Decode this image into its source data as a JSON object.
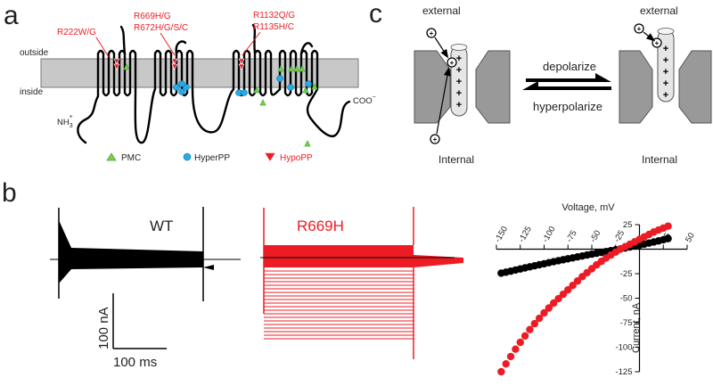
{
  "panels": {
    "a": {
      "letter": "a",
      "outside_label": "outside",
      "inside_label": "inside",
      "nterm_label": "NH",
      "nterm_sub": "3",
      "nterm_sup": "+",
      "cterm_label": "COO",
      "cterm_sup": "−",
      "mutations": {
        "m1": "R222W/G",
        "m2_line1": "R669H/G",
        "m2_line2": "R672H/G/S/C",
        "m3_line1": "R1132Q/G",
        "m3_line2": "R1135H/C"
      },
      "legend": [
        {
          "label": "PMC",
          "color": "#39b54a",
          "shape": "triangle-up"
        },
        {
          "label": "HyperPP",
          "color": "#29abe2",
          "shape": "circle"
        },
        {
          "label": "HypoPP",
          "color": "#ed1c24",
          "shape": "triangle-down"
        }
      ]
    },
    "b": {
      "letter": "b",
      "wt_label": "WT",
      "mut_label": "R669H",
      "scale_current": "100 nA",
      "scale_time": "100 ms",
      "colors": {
        "wt": "#000000",
        "mut": "#ed1c24"
      }
    },
    "c": {
      "letter": "c",
      "external_left": "external",
      "external_right": "external",
      "internal_left": "Internal",
      "internal_right": "Internal",
      "arrow_top": "depolarize",
      "arrow_bottom": "hyperpolarize"
    }
  },
  "chart_data": {
    "type": "scatter",
    "xlabel": "Voltage, mV",
    "ylabel": "Current, nA",
    "xlim": [
      -150,
      50
    ],
    "ylim": [
      -125,
      25
    ],
    "xticks": [
      -150,
      -125,
      -100,
      -75,
      -50,
      -25,
      25,
      50
    ],
    "yticks": [
      25,
      -25,
      -50,
      -75,
      -100,
      -125
    ],
    "series": [
      {
        "name": "WT",
        "color": "#000000",
        "x": [
          -145,
          -140,
          -135,
          -130,
          -125,
          -120,
          -115,
          -110,
          -105,
          -100,
          -95,
          -90,
          -85,
          -80,
          -75,
          -70,
          -65,
          -60,
          -55,
          -50,
          -45,
          -40,
          -35,
          -30,
          -25,
          -20,
          -15,
          -10,
          -5,
          0,
          5,
          10,
          15,
          20,
          25,
          30
        ],
        "y": [
          -24.5,
          -23.5,
          -22.4,
          -21.3,
          -20.2,
          -19.1,
          -18.0,
          -17.0,
          -15.9,
          -14.9,
          -13.8,
          -12.8,
          -11.8,
          -10.8,
          -9.8,
          -8.9,
          -7.9,
          -7.0,
          -6.0,
          -5.1,
          -4.2,
          -3.3,
          -2.4,
          -1.5,
          -0.6,
          0.3,
          1.2,
          2.2,
          3.1,
          4.1,
          5.1,
          6.2,
          7.3,
          8.4,
          9.6,
          10.8
        ]
      },
      {
        "name": "R669H",
        "color": "#ed1c24",
        "x": [
          -145,
          -140,
          -135,
          -130,
          -125,
          -120,
          -115,
          -110,
          -105,
          -100,
          -95,
          -90,
          -85,
          -80,
          -75,
          -70,
          -65,
          -60,
          -55,
          -50,
          -45,
          -40,
          -35,
          -30,
          -25,
          -20,
          -15,
          -10,
          -5,
          0,
          5,
          10,
          15,
          20,
          25,
          30
        ],
        "y": [
          -125,
          -117,
          -109.5,
          -102,
          -95,
          -88.5,
          -82,
          -76,
          -70.5,
          -65,
          -60,
          -55,
          -50.5,
          -46,
          -41.5,
          -37,
          -32.5,
          -28,
          -24,
          -20,
          -16,
          -12.5,
          -9,
          -6,
          -3,
          0,
          2.5,
          5,
          7.5,
          10,
          12.5,
          15,
          17.5,
          19.5,
          21.5,
          23.5
        ]
      }
    ]
  }
}
